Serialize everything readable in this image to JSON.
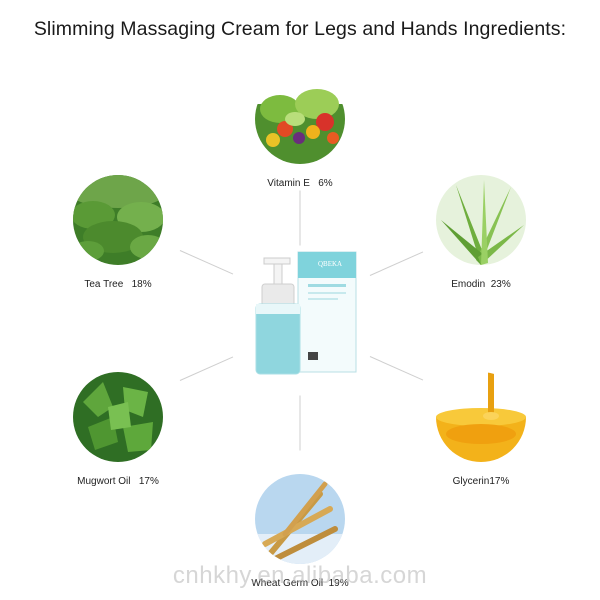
{
  "title": "Slimming Massaging Cream for Legs and Hands Ingredients:",
  "product": {
    "brand": "QBEKA"
  },
  "ingredients": [
    {
      "name": "Vitamin E",
      "percent": "6%",
      "label": "Vitamin E   6%",
      "image": "vegetables-icon"
    },
    {
      "name": "Tea Tree",
      "percent": "18%",
      "label": "Tea Tree   18%",
      "image": "tea-plant-icon"
    },
    {
      "name": "Emodin",
      "percent": "23%",
      "label": "Emodin  23%",
      "image": "aloe-icon"
    },
    {
      "name": "Mugwort Oil",
      "percent": "17%",
      "label": "Mugwort Oil   17%",
      "image": "mugwort-icon"
    },
    {
      "name": "Glycerin",
      "percent": "17%",
      "label": "Glycerin17%",
      "image": "honey-icon"
    },
    {
      "name": "Wheat Germ Oil",
      "percent": "19%",
      "label": "Wheat Germ Oil  19%",
      "image": "wheat-icon"
    }
  ],
  "watermark": "cnhkhy.en.alibaba.com",
  "colors": {
    "accent": "#7fd3dc",
    "line": "#cfcfcf"
  }
}
